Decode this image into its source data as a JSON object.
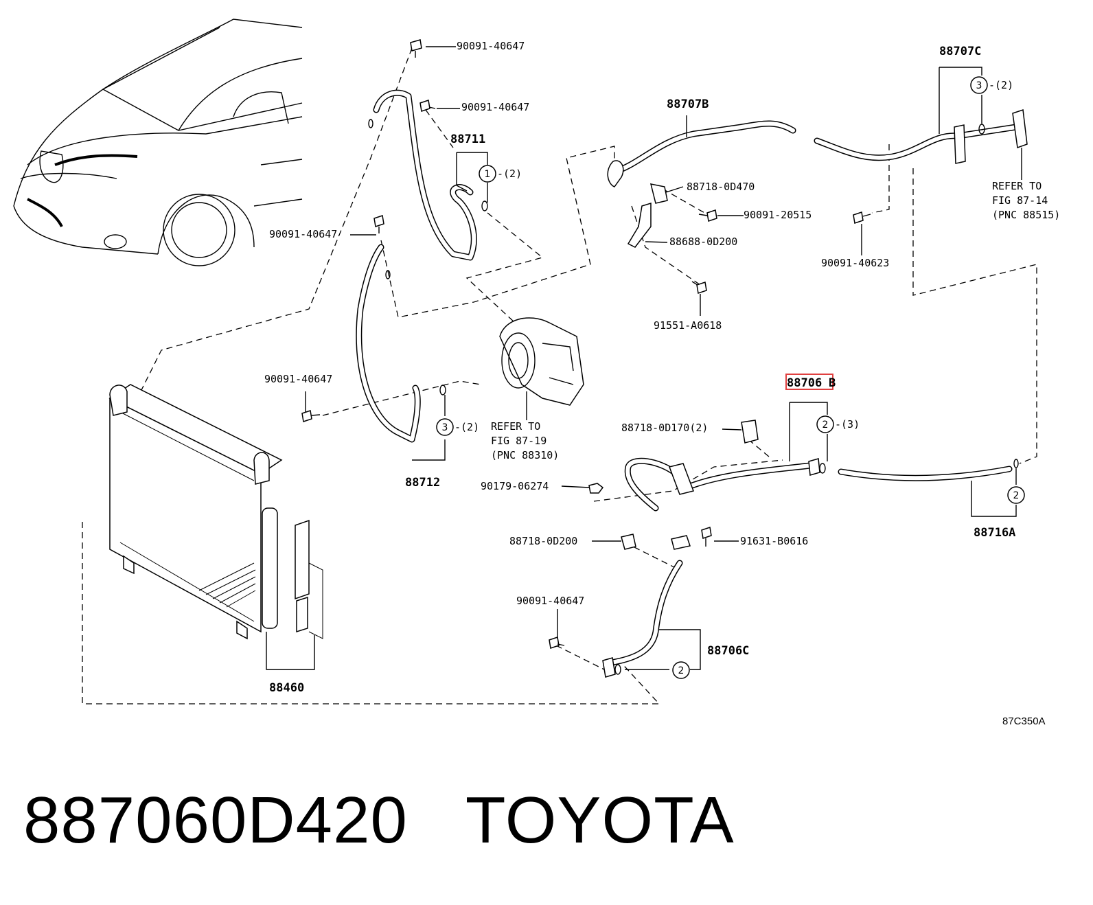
{
  "title": {
    "part_number": "887060D420",
    "brand": "TOYOTA"
  },
  "diagram": {
    "figure_code": "87C350A",
    "highlight_color": "#e04040",
    "labels": {
      "b1": "90091-40647",
      "b2": "90091-40647",
      "b3": "90091-40647",
      "b4": "90091-40647",
      "b5": "90091-40647",
      "p88711": "88711",
      "p88712": "88712",
      "p88707b": "88707B",
      "p88707c": "88707C",
      "clip1": "88718-0D470",
      "bolt20515": "90091-20515",
      "bracket1": "88688-0D200",
      "bolt40623": "90091-40623",
      "bolt91551": "91551-A0618",
      "refer1_l1": "REFER TO",
      "refer1_l2": "FIG 87-14",
      "refer1_l3": "(PNC 88515)",
      "refer2_l1": "REFER TO",
      "refer2_l2": "FIG 87-19",
      "refer2_l3": "(PNC 88310)",
      "p88706b": "88706",
      "p88706b_suffix": "B",
      "clip2": "88718-0D170(2)",
      "nut": "90179-06274",
      "clip3": "88718-0D200",
      "bolt91631": "91631-B0616",
      "p88706c": "88706C",
      "p88716a": "88716A",
      "p88460": "88460"
    },
    "callouts": {
      "c1": {
        "num": "1",
        "qty": "-(2)"
      },
      "c3a": {
        "num": "3",
        "qty": "-(2)"
      },
      "c3b": {
        "num": "3",
        "qty": "-(2)"
      },
      "c2a": {
        "num": "2",
        "qty": "-(3)"
      },
      "c2b": {
        "num": "2",
        "qty": ""
      },
      "c2c": {
        "num": "2",
        "qty": ""
      }
    }
  }
}
